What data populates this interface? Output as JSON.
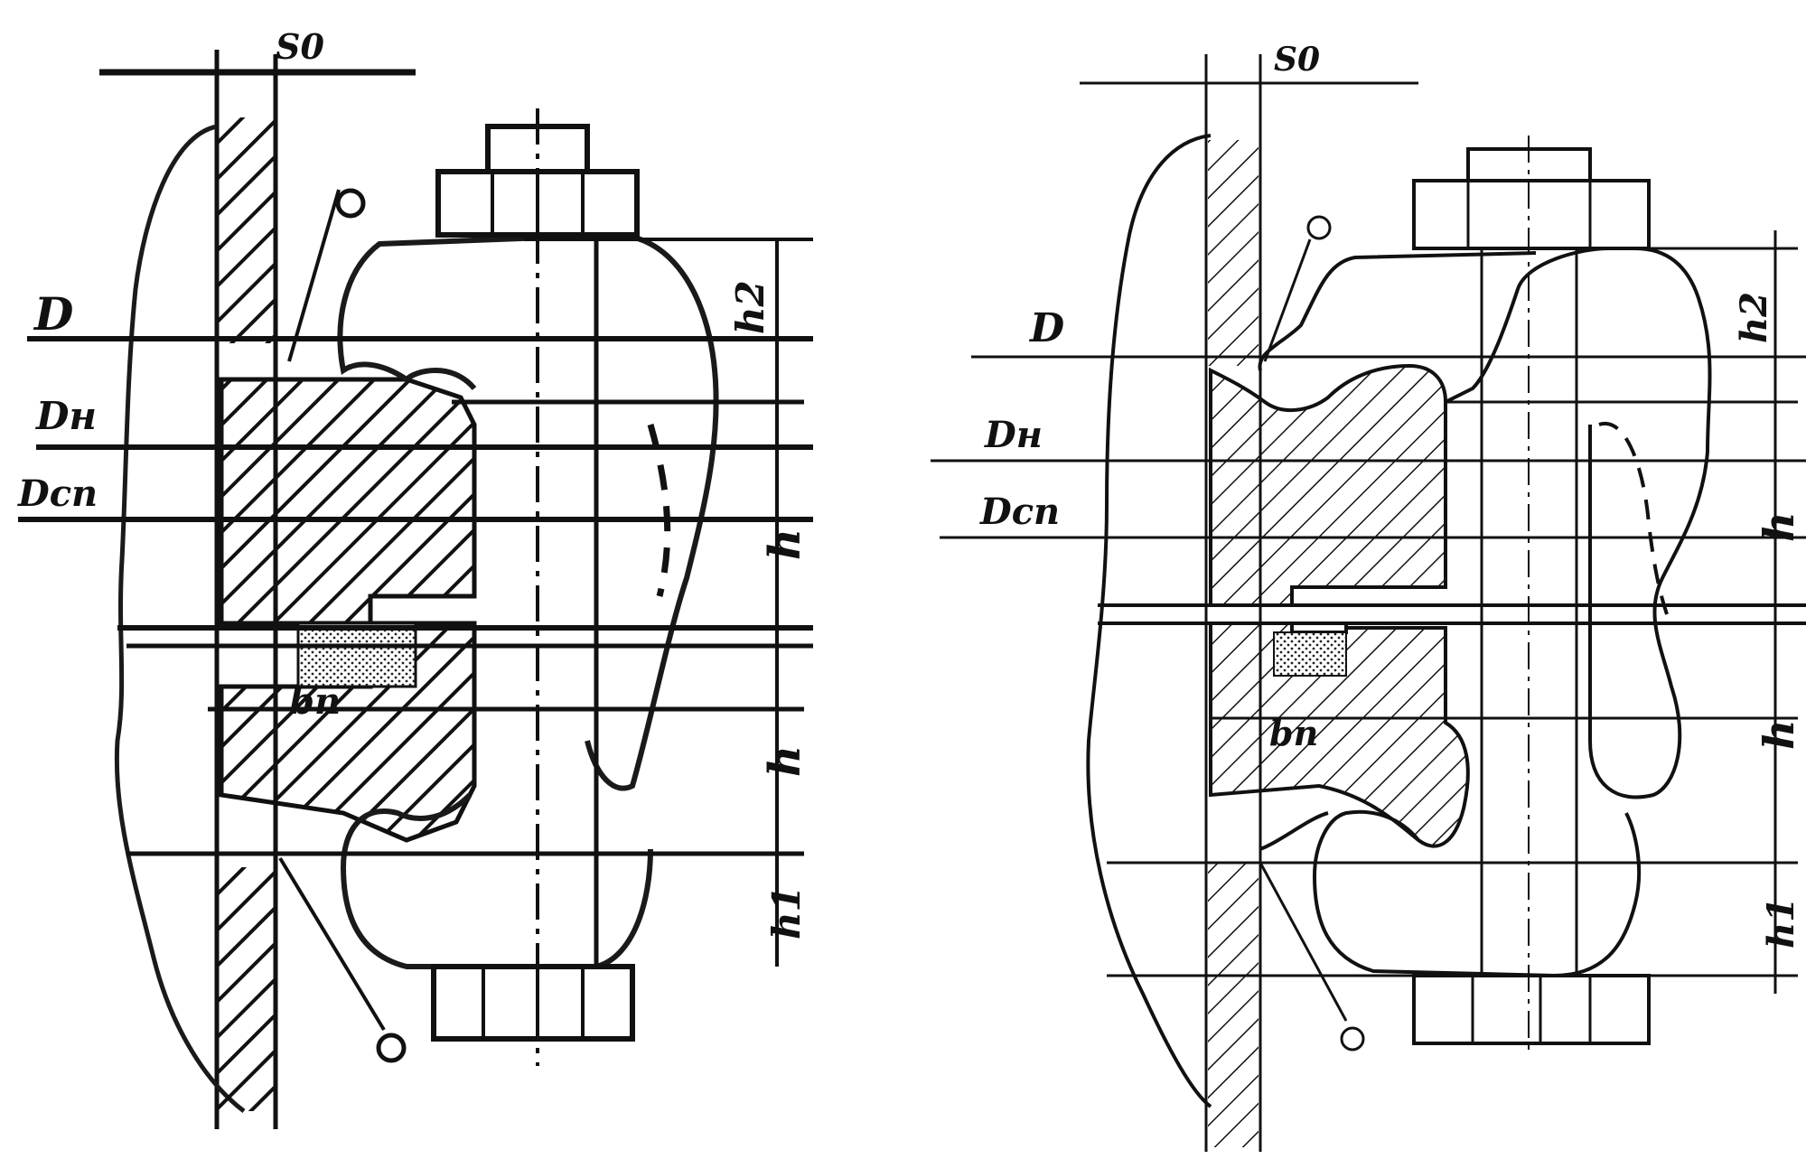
{
  "figure": {
    "left_drawing": {
      "labels": {
        "s0": "S0",
        "D": "D",
        "Dn": "Dн",
        "Dsp": "Dсп",
        "bp": "bп",
        "h2": "h2",
        "h": "h",
        "h_lower": "h",
        "h1": "h1"
      }
    },
    "right_drawing": {
      "labels": {
        "s0": "S0",
        "D": "D",
        "Dn": "Dн",
        "Dsp": "Dсп",
        "bp": "bп",
        "h2": "h2",
        "h": "h",
        "h_lower": "h",
        "h1": "h1"
      }
    }
  },
  "colors": {
    "ink": "#111111",
    "paper": "#ffffff"
  }
}
